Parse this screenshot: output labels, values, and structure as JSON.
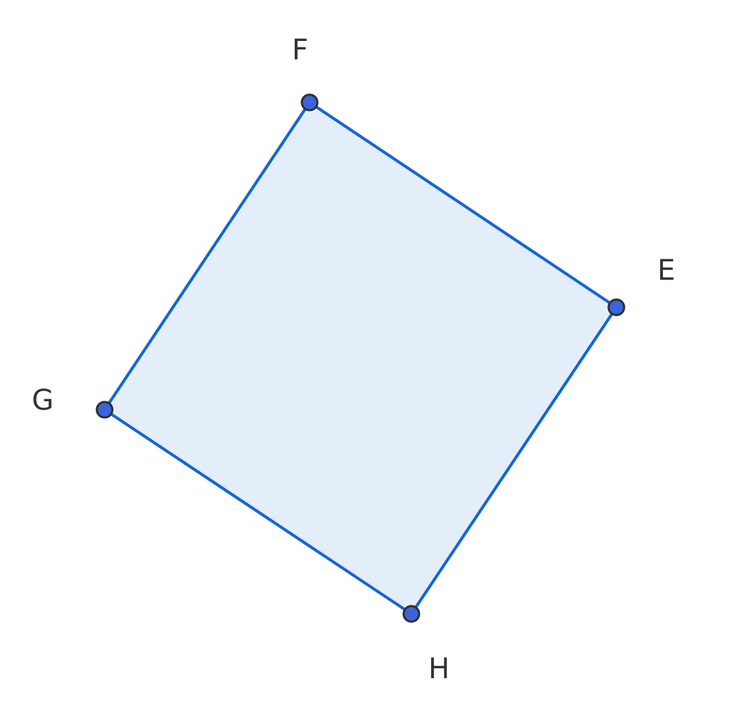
{
  "diagram": {
    "shape": "square",
    "fill_color": "#e4eef9",
    "edge_color": "#1565d8",
    "vertex_color": "#3b64dc",
    "vertices": [
      {
        "label": "E"
      },
      {
        "label": "F"
      },
      {
        "label": "G"
      },
      {
        "label": "H"
      }
    ]
  }
}
